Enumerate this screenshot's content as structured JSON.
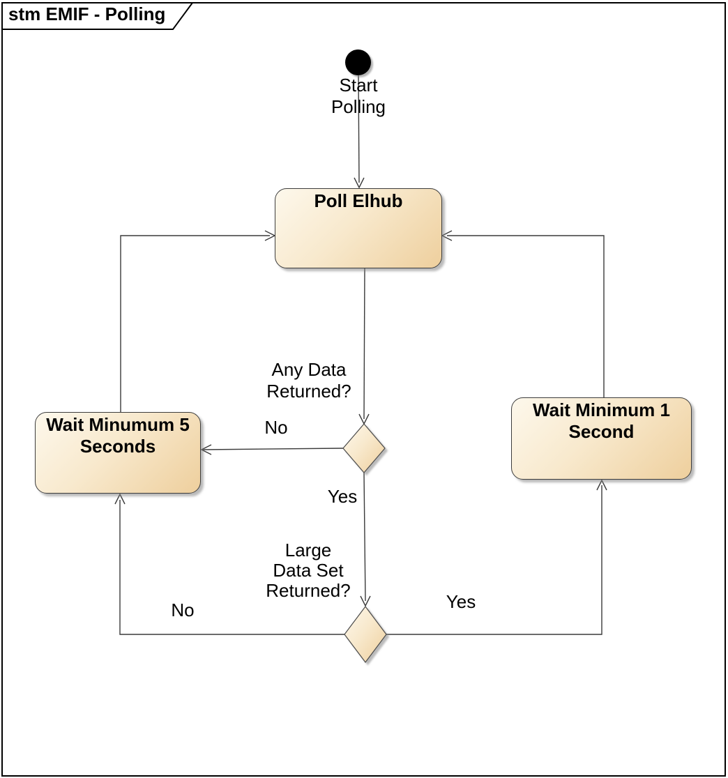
{
  "frame": {
    "kind": "stm",
    "title": "stm EMIF - Polling"
  },
  "nodes": {
    "start_label": "Start\nPolling",
    "poll_elhub": "Poll Elhub",
    "wait_min_5": "Wait Minumum 5\nSeconds",
    "wait_min_1": "Wait Minimum 1\nSecond"
  },
  "decisions": {
    "any_data": {
      "question": "Any Data\nReturned?",
      "no_label": "No",
      "yes_label": "Yes"
    },
    "large_data": {
      "question": "Large\nData Set\nReturned?",
      "no_label": "No",
      "yes_label": "Yes"
    }
  },
  "colors": {
    "node_fill_light": "#fdf8ec",
    "node_fill_dark": "#eecf9d",
    "node_border": "#3c3c3c",
    "connector": "#3a3a3a",
    "frame_border": "#000000",
    "text": "#000000",
    "shadow": "#9e9e9e"
  }
}
